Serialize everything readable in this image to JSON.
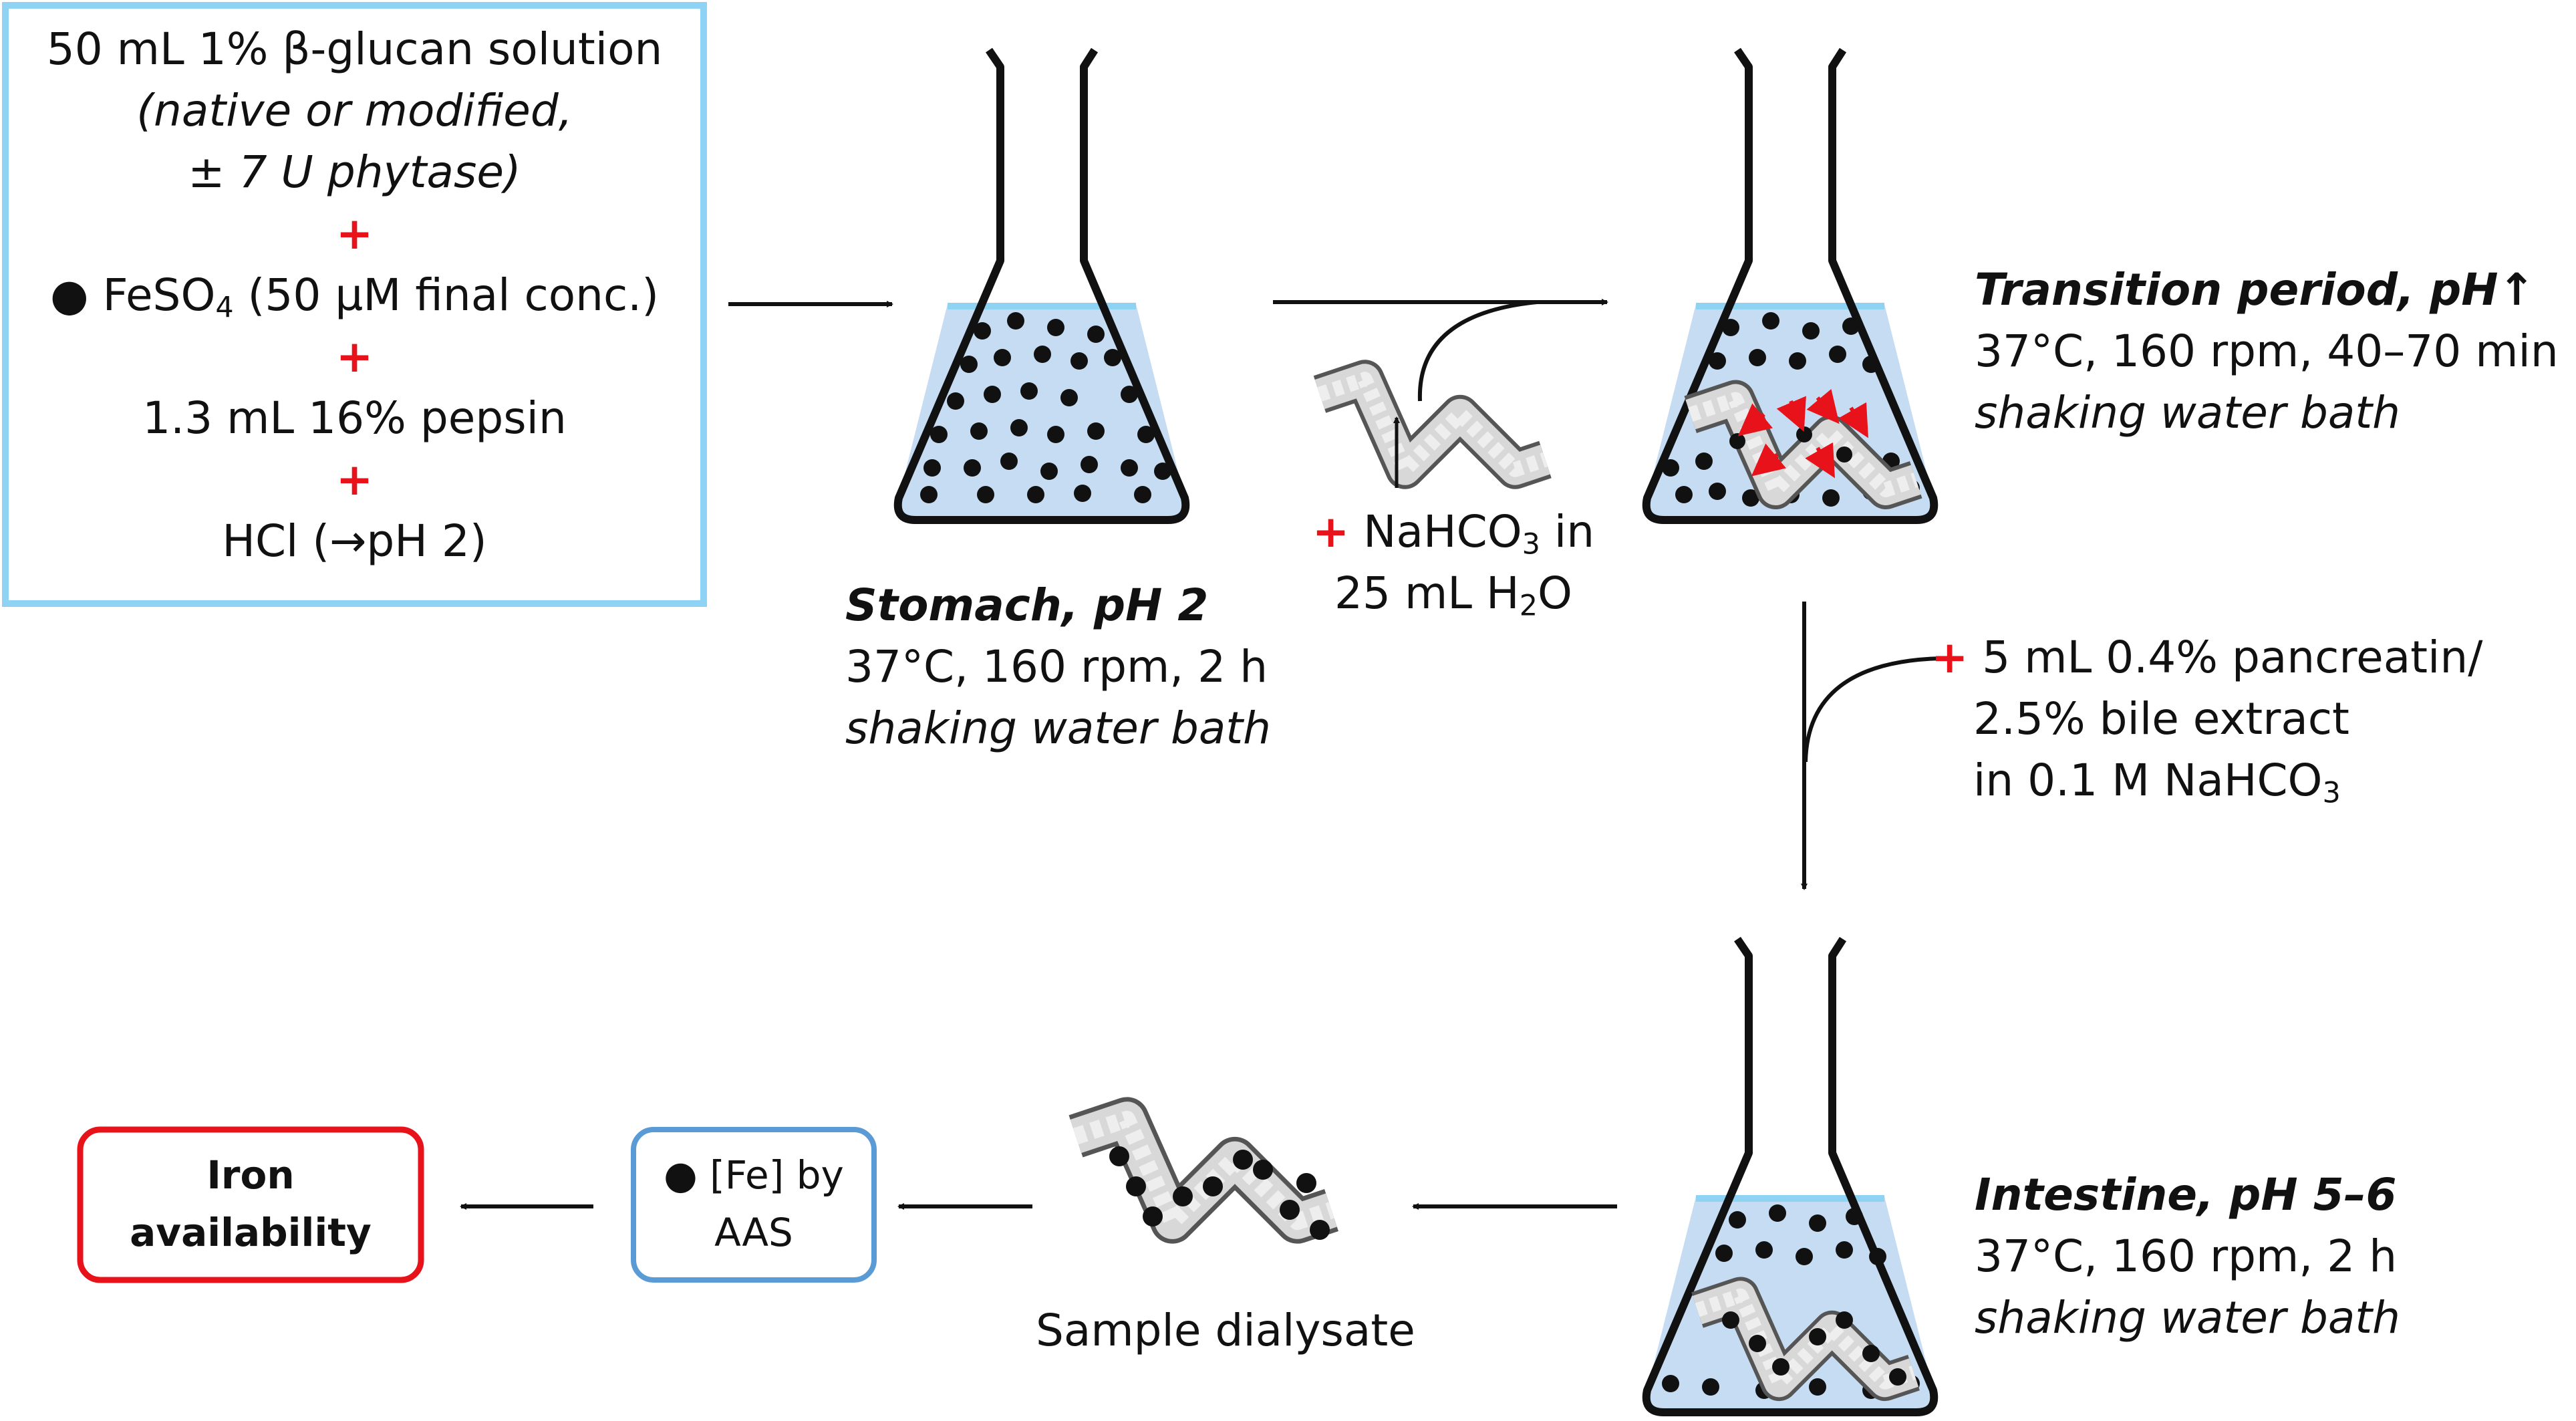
{
  "input_box": {
    "line1": "50 mL 1% β-glucan solution",
    "line2": "(native or modified,",
    "line3": "± 7 U phytase)",
    "plus": "+",
    "feso4_pre": "FeSO",
    "feso4_sub": "4",
    "feso4_post": " (50 µM final conc.)",
    "pepsin": "1.3 mL 16% pepsin",
    "hcl": "HCl (→pH 2)"
  },
  "stomach": {
    "title": "Stomach, pH 2",
    "conditions": "37°C, 160 rpm, 2 h",
    "apparatus": "shaking water bath"
  },
  "bicarbonate": {
    "plus": "+",
    "line1_pre": "NaHCO",
    "line1_sub": "3",
    "line1_post": " in",
    "line2_pre": "25 mL H",
    "line2_sub": "2",
    "line2_post": "O"
  },
  "transition": {
    "title": "Transition period, pH↑",
    "conditions": "37°C, 160 rpm, 40–70 min",
    "apparatus": "shaking water bath"
  },
  "pancreatin": {
    "plus": "+",
    "line1": "5 mL 0.4% pancreatin/",
    "line2": "2.5% bile extract",
    "line3_pre": "in 0.1 M NaHCO",
    "line3_sub": "3"
  },
  "intestine": {
    "title": "Intestine, pH 5–6",
    "conditions": "37°C, 160 rpm, 2 h",
    "apparatus": "shaking water bath"
  },
  "sample": {
    "label": "Sample dialysate"
  },
  "aas": {
    "line1": "[Fe] by",
    "line2": "AAS"
  },
  "result": {
    "line1": "Iron",
    "line2": "availability"
  },
  "colors": {
    "input_box_border": "#8fd3f4",
    "liquid": "#c6dcf2",
    "liquid_surface": "#8fd3f4",
    "plus": "#e8121b",
    "aas_border": "#5b9bd5",
    "result_border": "#e8121b",
    "arrow_small": "#e8121b"
  }
}
